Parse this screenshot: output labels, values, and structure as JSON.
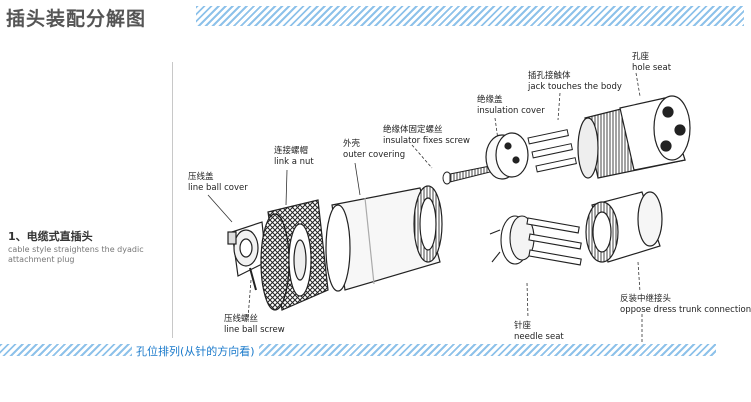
{
  "title": "插头装配分解图",
  "bottom_label": "孔位排列(从针的方向看)",
  "section": {
    "heading": "1、电缆式直插头",
    "subtitle_line1": "cable style straightens the dyadic",
    "subtitle_line2": "attachment plug"
  },
  "labels": {
    "line_ball_cover": {
      "zh": "压线盖",
      "en": "line ball cover"
    },
    "link_nut": {
      "zh": "连接螺帽",
      "en": "link a nut"
    },
    "outer_covering": {
      "zh": "外壳",
      "en": "outer covering"
    },
    "insulator_screw": {
      "zh": "绝缘体固定螺丝",
      "en": "insulator fixes screw"
    },
    "insulation_cover": {
      "zh": "绝缘盖",
      "en": "insulation cover"
    },
    "jack_touches": {
      "zh": "插孔接触体",
      "en": "jack touches the body"
    },
    "hole_seat": {
      "zh": "孔座",
      "en": "hole seat"
    },
    "line_ball_screw": {
      "zh": "压线螺丝",
      "en": "line ball screw"
    },
    "needle_seat": {
      "zh": "针座",
      "en": "needle seat"
    },
    "oppose_dress": {
      "zh": "反装中继接头",
      "en": "oppose dress trunk connection"
    }
  }
}
